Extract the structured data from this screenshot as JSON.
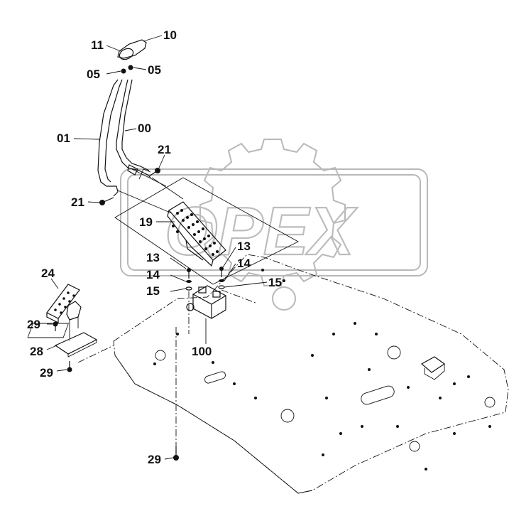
{
  "watermark": {
    "text": "OPEX"
  },
  "callouts": [
    {
      "id": "c-11",
      "text": "11"
    },
    {
      "id": "c-10",
      "text": "10"
    },
    {
      "id": "c-05a",
      "text": "05"
    },
    {
      "id": "c-05b",
      "text": "05"
    },
    {
      "id": "c-00",
      "text": "00"
    },
    {
      "id": "c-01",
      "text": "01"
    },
    {
      "id": "c-21a",
      "text": "21"
    },
    {
      "id": "c-21b",
      "text": "21"
    },
    {
      "id": "c-19",
      "text": "19"
    },
    {
      "id": "c-13a",
      "text": "13"
    },
    {
      "id": "c-13b",
      "text": "13"
    },
    {
      "id": "c-14a",
      "text": "14"
    },
    {
      "id": "c-14b",
      "text": "14"
    },
    {
      "id": "c-15a",
      "text": "15"
    },
    {
      "id": "c-15b",
      "text": "15"
    },
    {
      "id": "c-24",
      "text": "24"
    },
    {
      "id": "c-29a",
      "text": "29"
    },
    {
      "id": "c-28",
      "text": "28"
    },
    {
      "id": "c-29b",
      "text": "29"
    },
    {
      "id": "c-100",
      "text": "100"
    },
    {
      "id": "c-29c",
      "text": "29"
    }
  ]
}
